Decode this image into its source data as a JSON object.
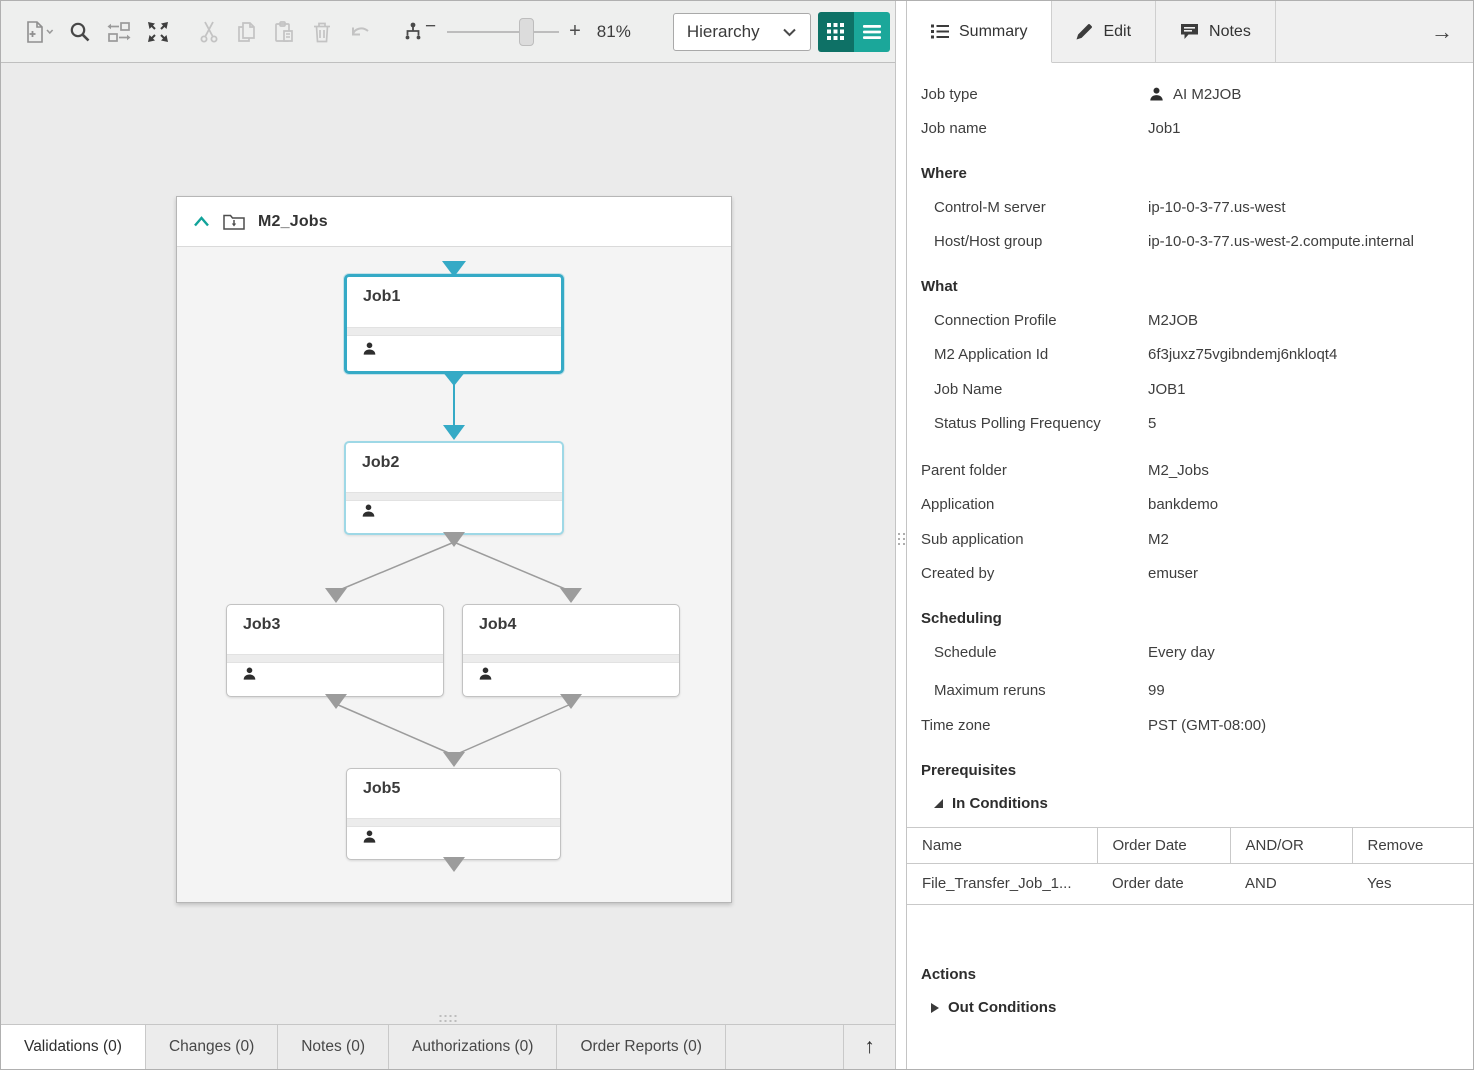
{
  "colors": {
    "accent_teal": "#1ba79a",
    "accent_teal_dark": "#0e7166",
    "selection_cyan": "#35aac6",
    "connector_gray": "#9c9c9c",
    "canvas_bg": "#ebebeb"
  },
  "toolbar": {
    "zoom_percent": "81%",
    "view_selector_value": "Hierarchy",
    "icons": [
      "add-job",
      "search",
      "link-jobs",
      "fit-to-screen",
      "cut",
      "copy",
      "paste",
      "delete",
      "undo",
      "collapse-levels",
      "zoom-out",
      "zoom-in",
      "grid-view",
      "list-view"
    ]
  },
  "canvas": {
    "folder_name": "M2_Jobs",
    "jobs": [
      {
        "name": "Job1",
        "selected": true
      },
      {
        "name": "Job2",
        "selected": false
      },
      {
        "name": "Job3",
        "selected": false
      },
      {
        "name": "Job4",
        "selected": false
      },
      {
        "name": "Job5",
        "selected": false
      }
    ]
  },
  "panel": {
    "tabs": [
      {
        "label": "Summary",
        "active": true
      },
      {
        "label": "Edit",
        "active": false
      },
      {
        "label": "Notes",
        "active": false
      }
    ],
    "rows": {
      "job_type": {
        "label": "Job type",
        "value": "AI M2JOB"
      },
      "job_name": {
        "label": "Job name",
        "value": "Job1"
      },
      "where_header": "Where",
      "server": {
        "label": "Control-M server",
        "value": "ip-10-0-3-77.us-west"
      },
      "host": {
        "label": "Host/Host group",
        "value": "ip-10-0-3-77.us-west-2.compute.internal"
      },
      "what_header": "What",
      "connection_profile": {
        "label": "Connection Profile",
        "value": "M2JOB"
      },
      "m2_app_id": {
        "label": "M2 Application Id",
        "value": "6f3juxz75vgibndemj6nkloqt4"
      },
      "job_name_inner": {
        "label": "Job Name",
        "value": "JOB1"
      },
      "polling": {
        "label": "Status Polling Frequency",
        "value": "5"
      },
      "parent_folder": {
        "label": "Parent folder",
        "value": "M2_Jobs"
      },
      "application": {
        "label": "Application",
        "value": "bankdemo"
      },
      "sub_application": {
        "label": "Sub application",
        "value": "M2"
      },
      "created_by": {
        "label": "Created by",
        "value": "emuser"
      },
      "scheduling_header": "Scheduling",
      "schedule": {
        "label": "Schedule",
        "value": "Every day"
      },
      "max_reruns": {
        "label": "Maximum reruns",
        "value": "99"
      },
      "time_zone": {
        "label": "Time zone",
        "value": "PST (GMT-08:00)"
      },
      "prerequisites_header": "Prerequisites",
      "in_conditions_label": "In Conditions",
      "actions_header": "Actions",
      "out_conditions_label": "Out Conditions"
    },
    "in_conditions_table": {
      "headers": [
        "Name",
        "Order Date",
        "AND/OR",
        "Remove"
      ],
      "row": [
        "File_Transfer_Job_1...",
        "Order date",
        "AND",
        "Yes"
      ]
    }
  },
  "bottom_tabs": [
    {
      "label": "Validations (0)",
      "active": true
    },
    {
      "label": "Changes (0)",
      "active": false
    },
    {
      "label": "Notes (0)",
      "active": false
    },
    {
      "label": "Authorizations (0)",
      "active": false
    },
    {
      "label": "Order Reports (0)",
      "active": false
    }
  ]
}
